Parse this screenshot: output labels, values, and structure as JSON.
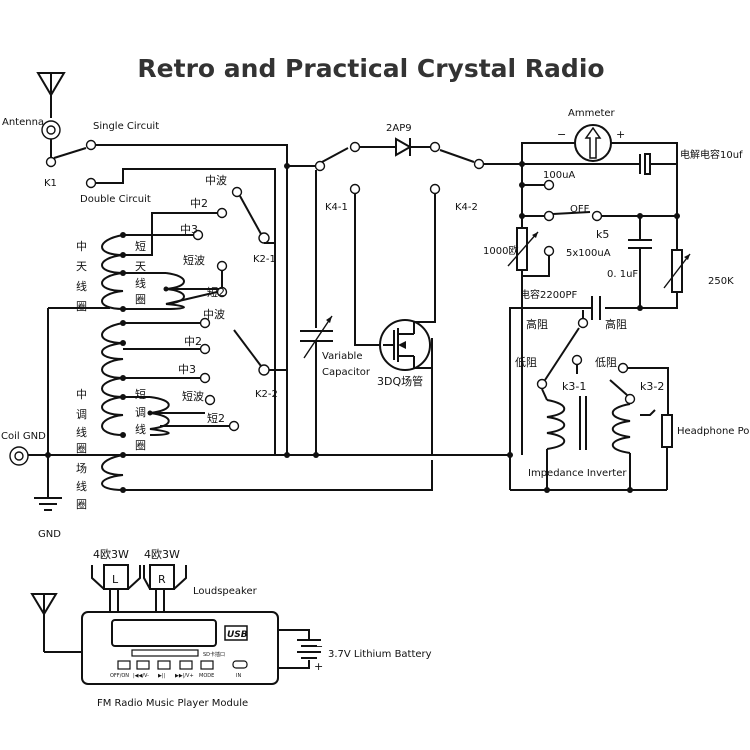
{
  "title": "Retro and Practical Crystal Radio",
  "labels": {
    "antenna": "Antenna",
    "single_circuit": "Single Circuit",
    "double_circuit": "Double Circuit",
    "k1": "K1",
    "coil_gnd": "Coil GND",
    "gnd": "GND",
    "zhongbo1": "中波",
    "zhong2_a": "中2",
    "zhong3_a": "中3",
    "k2_1": "K2-1",
    "duanbo1": "短波",
    "duan2_a": "短2",
    "zhongbo2": "中波",
    "zhong2_b": "中2",
    "zhong3_b": "中3",
    "k2_2": "K2-2",
    "duanbo2": "短波",
    "duan2_b": "短2",
    "coil_mid_antenna": [
      "中",
      "天",
      "线",
      "圈"
    ],
    "coil_short_antenna": [
      "短",
      "天",
      "线",
      "圈"
    ],
    "coil_mid_tune": [
      "中",
      "调",
      "线",
      "圈"
    ],
    "coil_short_tune": [
      "短",
      "调",
      "线",
      "圈"
    ],
    "coil_field": [
      "场",
      "线",
      "圈"
    ],
    "k4_1": "K4-1",
    "k4_2": "K4-2",
    "diode": "2AP9",
    "variable_capacitor_1": "Variable",
    "variable_capacitor_2": "Capacitor",
    "transistor": "3DQ场管",
    "ammeter": "Ammeter",
    "ammeter_minus": "−",
    "ammeter_plus": "+",
    "electrolytic_cap": "电解电容10uf",
    "range_100ua": "100uA",
    "off": "OFF",
    "k5": "k5",
    "r1000": "1000欧",
    "range_5x100ua": "5x100uA",
    "cap_01uf": "0. 1uF",
    "r250k": "250K",
    "cap_2200pf": "电容2200PF",
    "gaozu1": "高阻",
    "gaozu2": "高阻",
    "dizu1": "低阻",
    "dizu2": "低阻",
    "k3_1": "k3-1",
    "k3_2": "k3-2",
    "impedance_inverter": "Impedance Inverter",
    "headphone_port": "Headphone Port",
    "speaker_l_ohm": "4欧3W",
    "speaker_r_ohm": "4欧3W",
    "speaker_l": "L",
    "speaker_r": "R",
    "loudspeaker": "Loudspeaker",
    "usb": "USB",
    "sd_slot": "SD卡插口",
    "btn_offon": "OFF/ON",
    "btn_prev": "|◀◀/V-",
    "btn_play": "▶||",
    "btn_next": "▶▶|/V+",
    "btn_mode": "MODE",
    "btn_in": "IN",
    "battery_minus": "−",
    "battery_plus": "+",
    "battery": "3.7V Lithium Battery",
    "module": "FM Radio Music Player Module"
  }
}
